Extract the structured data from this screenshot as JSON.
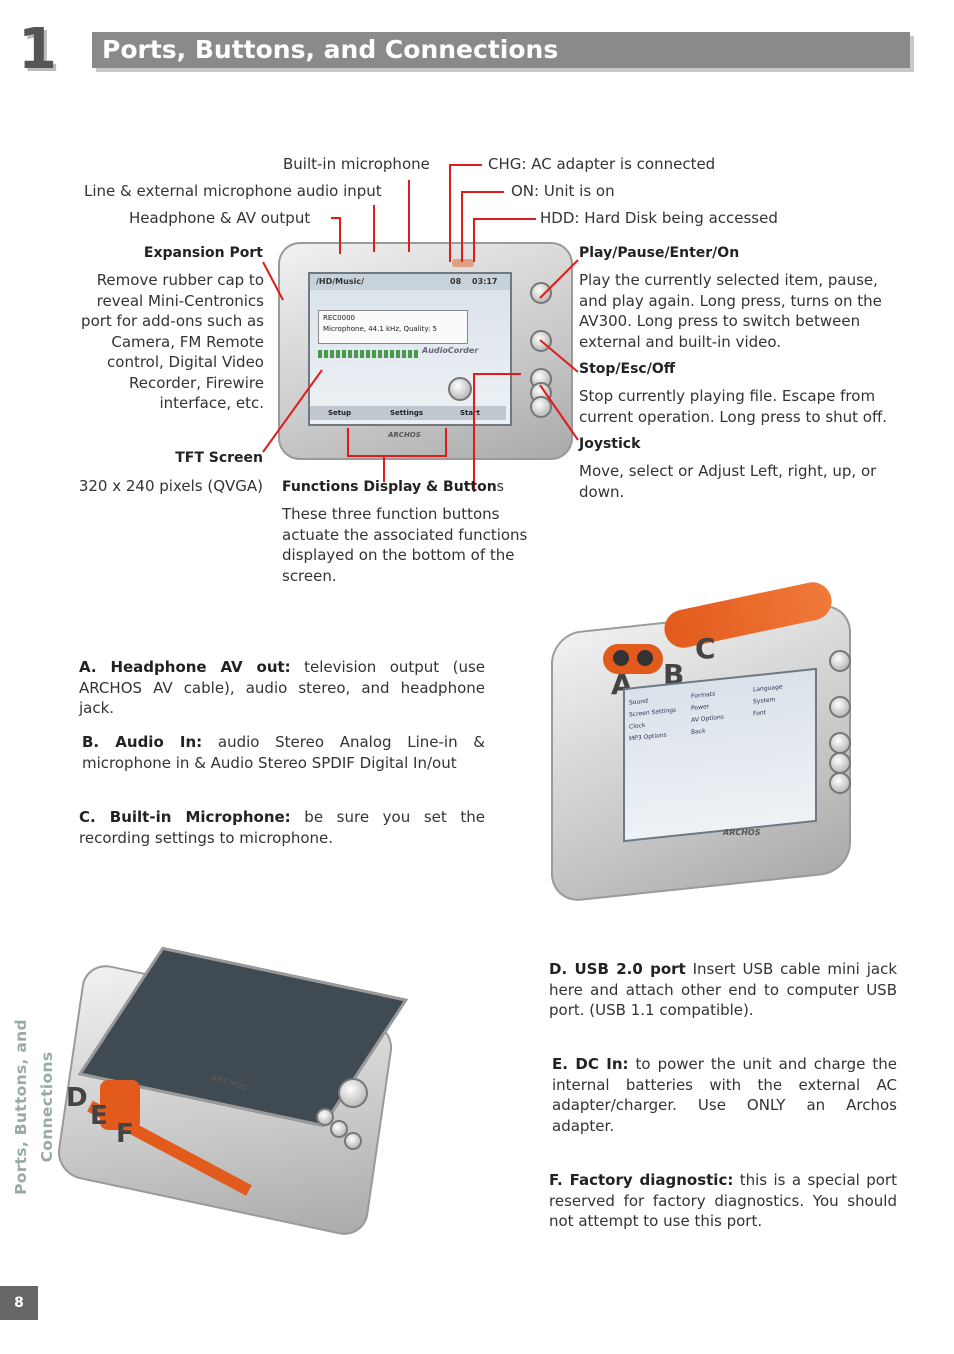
{
  "header": {
    "chapter_number": "1",
    "title": "Ports, Buttons, and Connections"
  },
  "top_labels": {
    "builtin_mic": "Built-in microphone",
    "line_input": "Line & external microphone audio input",
    "headphone": "Headphone & AV output",
    "chg": "CHG: AC adapter is connected",
    "on": "ON: Unit is on",
    "hdd": "HDD: Hard Disk being accessed"
  },
  "left_callouts": {
    "expansion_title": "Expansion Port",
    "expansion_desc": "Remove rubber cap to reveal Mini-Centronics port for add-ons such as Camera, FM Remote control, Digital Video Recorder, Firewire interface, etc.",
    "tft_title": "TFT Screen",
    "tft_desc": "320 x 240 pixels (QVGA)"
  },
  "functions_callout": {
    "title": "Functions Display & Button",
    "title_tail": "s",
    "desc": "These three function buttons actuate the associated functions displayed on the bottom of the screen."
  },
  "right_callouts": {
    "play_title": "Play/Pause/Enter/On",
    "play_desc": "Play the currently selected item, pause, and play again. Long press, turns on the AV300. Long press to switch between external and built-in video.",
    "stop_title": "Stop/Esc/Off",
    "stop_desc": "Stop currently playing file. Escape from current operation. Long press to shut off.",
    "joystick_title": "Joystick",
    "joystick_desc": "Move, select or Adjust Left, right, up, or down."
  },
  "device_screen": {
    "path": "/HD/Music/",
    "status": "08",
    "time": "03:17",
    "rec_file": "REC0000",
    "rec_info": "Microphone, 44.1 kHz, Quality: 5",
    "app_name": "AudioCorder",
    "fn1": "Setup",
    "fn2": "Settings",
    "fn3": "Start",
    "brand": "ARCHOS"
  },
  "ports_abc": {
    "a_label": "A. Headphone AV out:",
    "a_desc": " television output (use ARCHOS AV cable), audio stereo, and headphone jack.",
    "b_label": "B. Audio In:",
    "b_desc": " audio Stereo Analog Line-in & microphone in & Audio Stereo SPDIF Digital In/out",
    "c_label": "C. Built-in Microphone:",
    "c_desc": " be sure you set the recording settings to microphone."
  },
  "device2": {
    "letter_a": "A",
    "letter_b": "B",
    "letter_c": "C",
    "menu_items": [
      "Sound",
      "Formats",
      "Language",
      "Screen Settings",
      "Power",
      "System",
      "Clock",
      "AV Options",
      "Font",
      "MP3 Options",
      "Back"
    ],
    "brand": "ARCHOS"
  },
  "ports_def": {
    "d_label": "D. USB 2.0 port",
    "d_desc": " Insert USB cable mini jack here and attach other end to computer USB port. (USB 1.1 compatible).",
    "e_label": "E. DC In:",
    "e_desc": " to power the unit and charge the internal batteries with the external AC adapter/charger. Use ONLY an Archos adapter.",
    "f_label": "F. Factory diagnostic:",
    "f_desc": " this is a special port reserved for factory diagnostics. You should not attempt to use this port."
  },
  "device3": {
    "letter_d": "D",
    "letter_e": "E",
    "letter_f": "F",
    "brand": "ARCHOS"
  },
  "footer": {
    "side_title": "Ports, Buttons, and Connections",
    "page_number": "8"
  },
  "colors": {
    "accent_red": "#e01b1b",
    "title_bar": "#8a8a8a",
    "device_orange": "#e25a1c"
  }
}
